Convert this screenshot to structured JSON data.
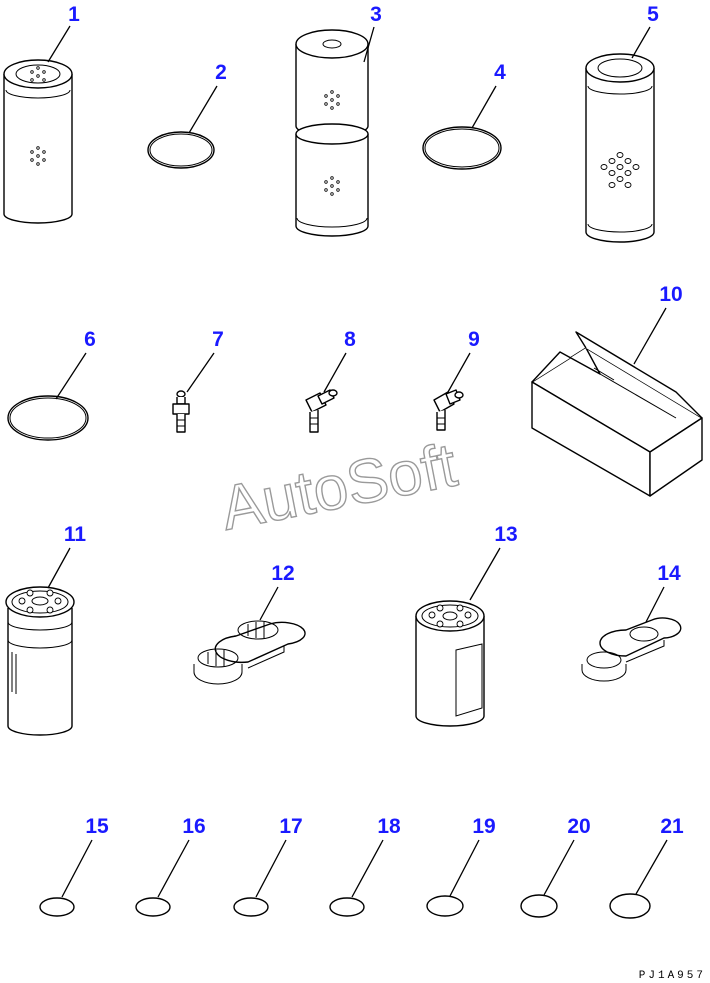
{
  "diagram": {
    "watermark": "AutoSoft",
    "drawing_code": "PJ1A957",
    "callouts": [
      {
        "id": "1",
        "label": "1"
      },
      {
        "id": "2",
        "label": "2"
      },
      {
        "id": "3",
        "label": "3"
      },
      {
        "id": "4",
        "label": "4"
      },
      {
        "id": "5",
        "label": "5"
      },
      {
        "id": "6",
        "label": "6"
      },
      {
        "id": "7",
        "label": "7"
      },
      {
        "id": "8",
        "label": "8"
      },
      {
        "id": "9",
        "label": "9"
      },
      {
        "id": "10",
        "label": "10"
      },
      {
        "id": "11",
        "label": "11"
      },
      {
        "id": "12",
        "label": "12"
      },
      {
        "id": "13",
        "label": "13"
      },
      {
        "id": "14",
        "label": "14"
      },
      {
        "id": "15",
        "label": "15"
      },
      {
        "id": "16",
        "label": "16"
      },
      {
        "id": "17",
        "label": "17"
      },
      {
        "id": "18",
        "label": "18"
      },
      {
        "id": "19",
        "label": "19"
      },
      {
        "id": "20",
        "label": "20"
      },
      {
        "id": "21",
        "label": "21"
      }
    ],
    "colors": {
      "callout": "#1a1aff",
      "line": "#000000",
      "watermark_outline": "#9a9a9a",
      "background": "#ffffff"
    }
  }
}
